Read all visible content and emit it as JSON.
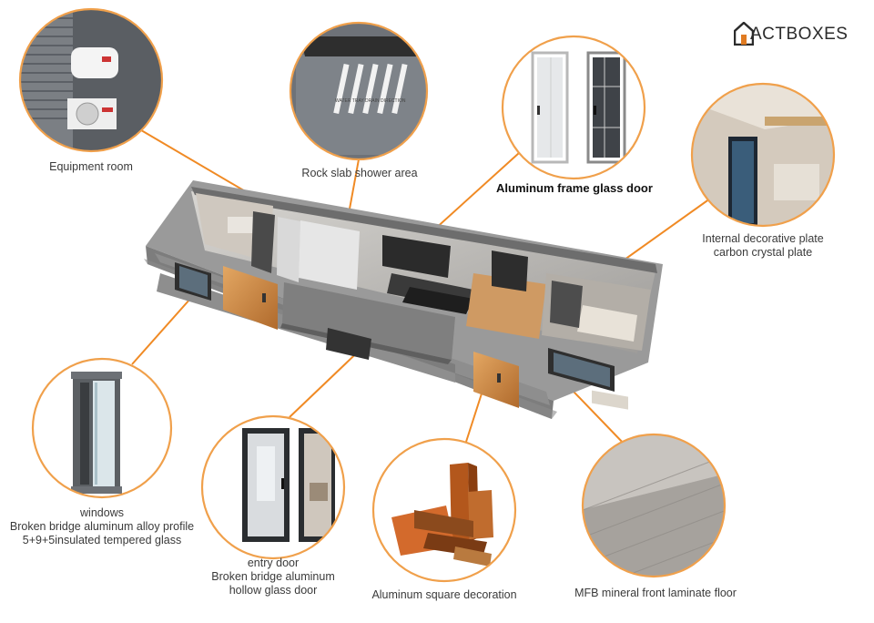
{
  "brand": {
    "name": "ACTBOXES"
  },
  "colors": {
    "accent": "#f0a04b",
    "line": "#f08a24",
    "container": "#8f8f8f",
    "wood": "#d99a55"
  },
  "callouts": [
    {
      "id": "equipment",
      "lines": [
        "Equipment room"
      ]
    },
    {
      "id": "shower",
      "lines": [
        "Rock slab shower area"
      ]
    },
    {
      "id": "glassdoor",
      "lines": [
        "Aluminum frame glass door"
      ]
    },
    {
      "id": "internal",
      "lines": [
        "Internal decorative plate",
        "carbon crystal plate"
      ]
    },
    {
      "id": "windows",
      "lines": [
        "windows",
        "Broken bridge aluminum alloy profile",
        "5+9+5insulated tempered glass"
      ]
    },
    {
      "id": "entry",
      "lines": [
        "entry door",
        "Broken bridge aluminum",
        "hollow glass door"
      ]
    },
    {
      "id": "aluminum",
      "lines": [
        "Aluminum square decoration"
      ]
    },
    {
      "id": "floor",
      "lines": [
        "MFB mineral front laminate floor"
      ]
    }
  ],
  "shower_sign_text": "WATER TRAY DRAIN DIRECTION"
}
